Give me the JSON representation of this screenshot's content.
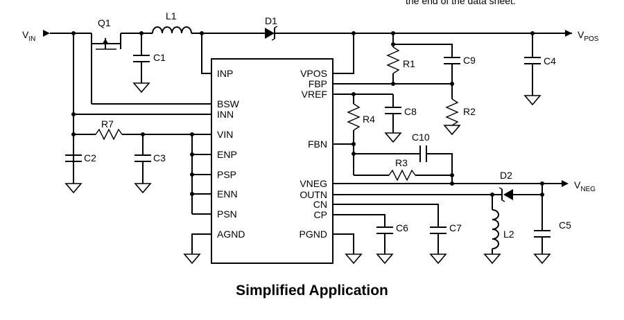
{
  "header_fragment": "the end of the data sheet.",
  "caption": "Simplified Application",
  "rails": {
    "vin": {
      "main": "V",
      "sub": "IN"
    },
    "vpos": {
      "main": "V",
      "sub": "POS"
    },
    "vneg": {
      "main": "V",
      "sub": "NEG"
    }
  },
  "ic_pins_left": [
    "INP",
    "BSW",
    "INN",
    "VIN",
    "ENP",
    "PSP",
    "ENN",
    "PSN",
    "AGND"
  ],
  "ic_pins_right": [
    "VPOS",
    "FBP",
    "VREF",
    "FBN",
    "VNEG",
    "OUTN",
    "CN",
    "CP",
    "PGND"
  ],
  "components": {
    "q1": "Q1",
    "l1": "L1",
    "d1": "D1",
    "d2": "D2",
    "l2": "L2",
    "r1": "R1",
    "r2": "R2",
    "r3": "R3",
    "r4": "R4",
    "r7": "R7",
    "c1": "C1",
    "c2": "C2",
    "c3": "C3",
    "c4": "C4",
    "c5": "C5",
    "c6": "C6",
    "c7": "C7",
    "c8": "C8",
    "c9": "C9",
    "c10": "C10"
  }
}
